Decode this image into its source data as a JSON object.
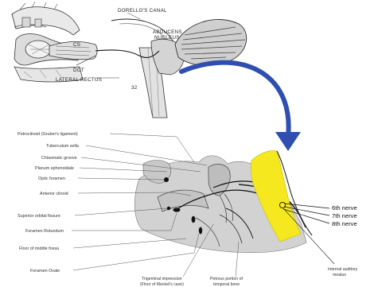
{
  "top_figure": {
    "labels": {
      "dorellos_canal": "DORELLO'S CANAL",
      "abducens_nucleus_1": "ABDUCENS",
      "abducens_nucleus_2": "NUCLEUS",
      "lateral_rectus": "LATERAL RECTUS",
      "figure_number": "32",
      "small_cs": "CS",
      "small_dot": "DOT"
    }
  },
  "bottom_figure": {
    "left_labels": [
      "Petroclinoid (Gruber's ligament)",
      "Tuberculum sella",
      "Chiasmatic groove",
      "Planum sphenoidale",
      "Optic foramen",
      "Anterior clinoid",
      "Superior orbital fissure",
      "Foramen Rotundum",
      "Floor of middle fossa",
      "Foramen Ovale"
    ],
    "nerve_labels": [
      "6th nerve",
      "7th nerve",
      "8th nerve"
    ],
    "bottom_labels": {
      "trigeminal_1": "Trigeminal impression",
      "trigeminal_2": "(Floor of Meckel's cave)",
      "petrous_1": "Petrous portion of",
      "petrous_2": "temporal bone",
      "iam_1": "Internal auditory",
      "iam_2": "meatus"
    }
  },
  "colors": {
    "arrow": "#2f4fb0",
    "highlight": "#f5e81e",
    "bone_gray": "#cfcfcf",
    "line": "#222222"
  }
}
